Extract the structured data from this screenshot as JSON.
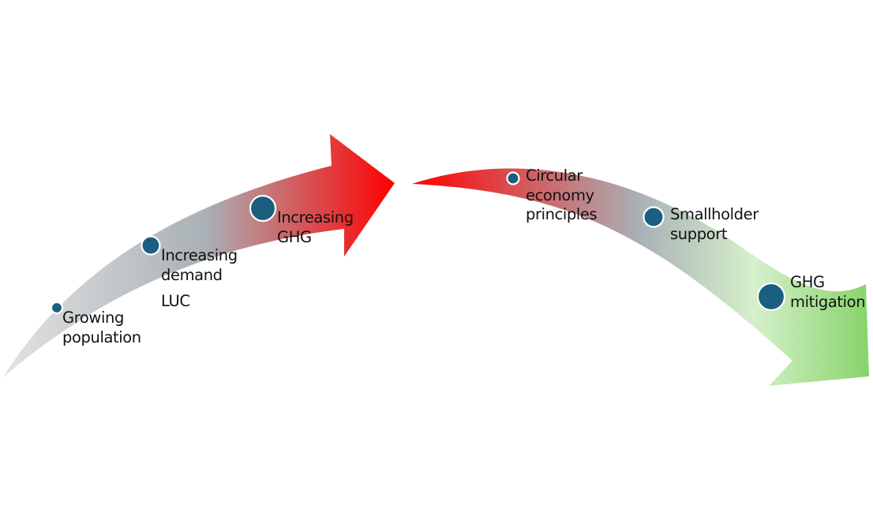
{
  "diagram": {
    "title": "",
    "node_color": "#1a5e80",
    "node_stroke": "#ffffff",
    "left_arrow": {
      "name": "problem-trajectory",
      "gradient": [
        "#e3e3e3",
        "#a9b1b6",
        "#ff0000"
      ],
      "nodes": [
        {
          "id": "growing-population",
          "lines": [
            "Growing",
            "population"
          ],
          "size": "small"
        },
        {
          "id": "increasing-demand",
          "lines": [
            "Increasing",
            "demand"
          ],
          "size": "medium",
          "extra": "LUC"
        },
        {
          "id": "increasing-ghg",
          "lines": [
            "Increasing",
            "GHG"
          ],
          "size": "large"
        }
      ]
    },
    "right_arrow": {
      "name": "solution-trajectory",
      "gradient": [
        "#ff0000",
        "#a9b1b6",
        "#d6f0cc",
        "#86d46a"
      ],
      "nodes": [
        {
          "id": "circular-economy",
          "lines": [
            "Circular",
            "economy",
            "principles"
          ],
          "size": "small"
        },
        {
          "id": "smallholder-support",
          "lines": [
            "Smallholder",
            "support"
          ],
          "size": "medium"
        },
        {
          "id": "ghg-mitigation",
          "lines": [
            "GHG",
            "mitigation"
          ],
          "size": "large"
        }
      ]
    }
  }
}
